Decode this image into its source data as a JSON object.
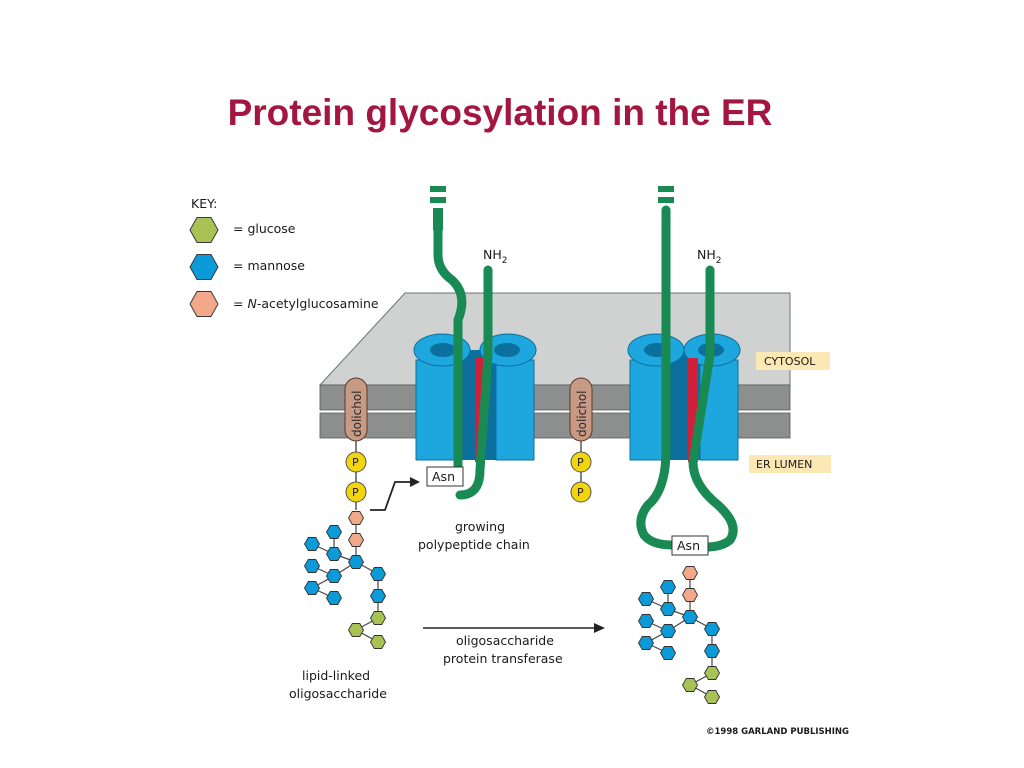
{
  "title": "Protein glycosylation in the ER",
  "key": {
    "heading": "KEY:",
    "items": [
      {
        "label": "= glucose",
        "color": "#a8c256"
      },
      {
        "label": "= mannose",
        "color": "#0b9bd8"
      },
      {
        "prefix": "= ",
        "italic": "N",
        "label": "-acetylglucosamine",
        "color": "#f3a88a"
      }
    ]
  },
  "labels": {
    "cytosol": "CYTOSOL",
    "er_lumen": "ER LUMEN",
    "nh2_left": "NH",
    "nh2_right": "NH",
    "nh2_sub": "2",
    "dolichol": "dolichol",
    "phosphate": "P",
    "asn": "Asn",
    "growing_line1": "growing",
    "growing_line2": "polypeptide chain",
    "transferase_line1": "oligosaccharide",
    "transferase_line2": "protein transferase",
    "lipid_line1": "lipid-linked",
    "lipid_line2": "oligosaccharide",
    "credit": "©1998 GARLAND PUBLISHING"
  },
  "colors": {
    "title": "#a3163f",
    "polypeptide": "#1a8a55",
    "translocon": "#1ea7de",
    "translocon_dark": "#0c6f9e",
    "red_segment": "#d0203a",
    "membrane_top": "#cfd2d0",
    "membrane_edge": "#8c8f8d",
    "dolichol": "#c79a85",
    "phosphate": "#f2d40f",
    "label_box": "#fbe8b4"
  }
}
